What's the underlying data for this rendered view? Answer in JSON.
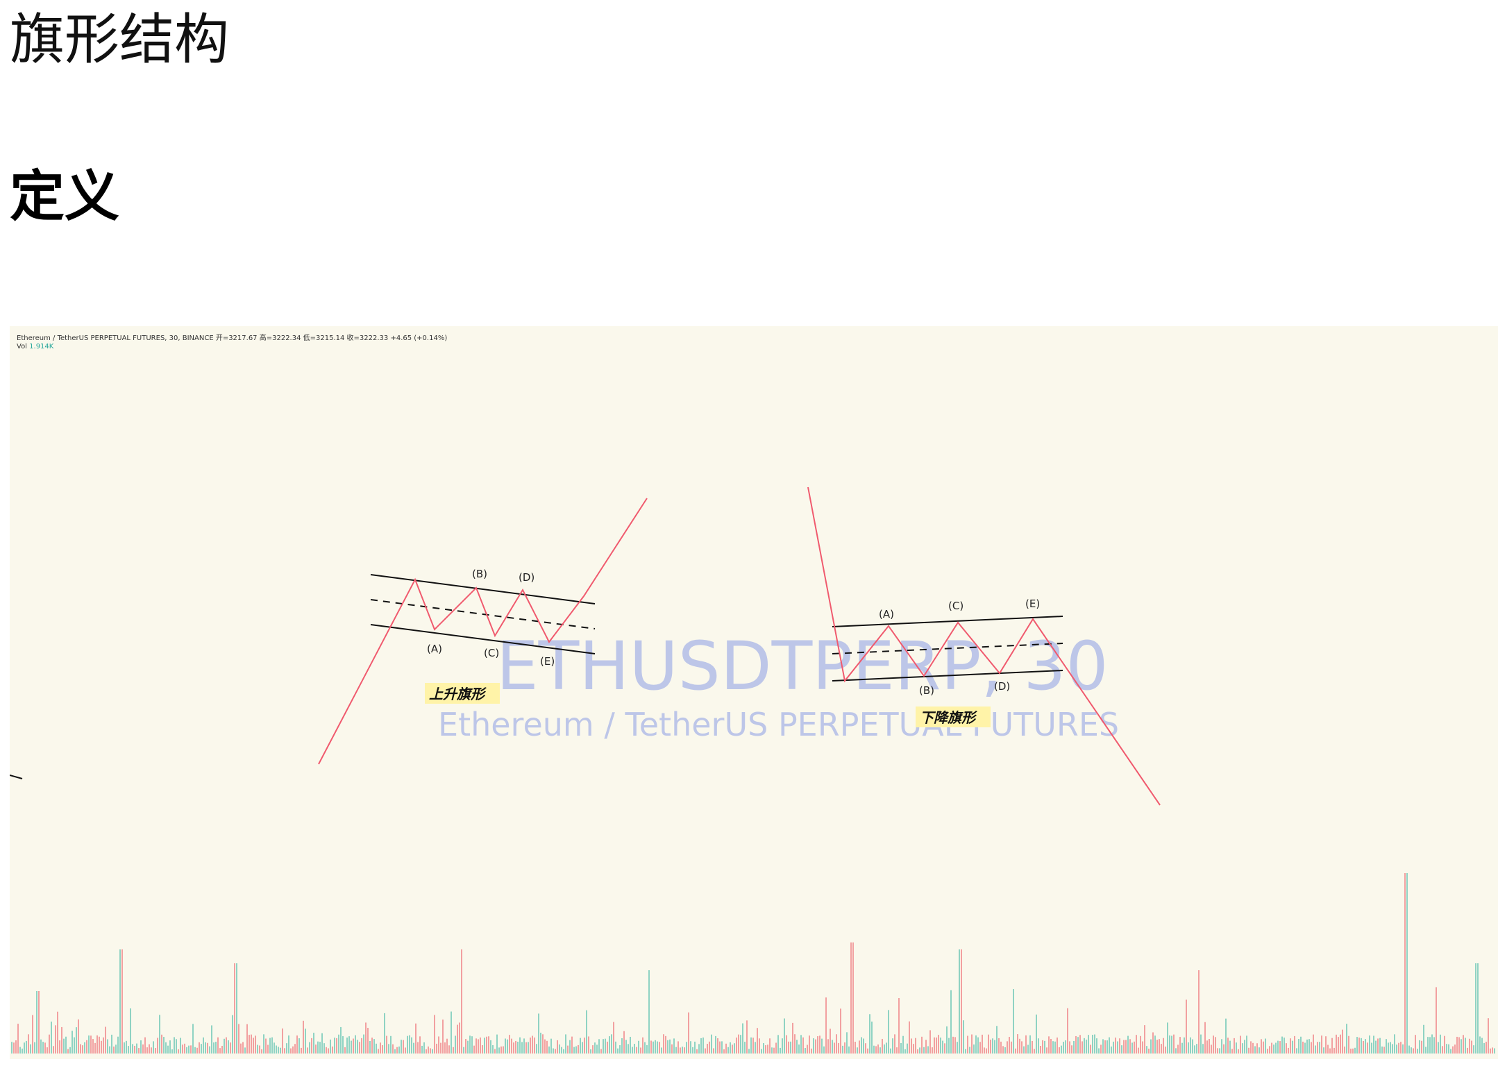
{
  "document": {
    "title": "旗形结构",
    "section_heading": "定义"
  },
  "chart": {
    "legend_line": "Ethereum / TetherUS PERPETUAL FUTURES, 30, BINANCE  开=3217.67  高=3222.34  低=3215.14  收=3222.33  +4.65 (+0.14%)",
    "volume_label": "Vol",
    "volume_value": "1.914K",
    "watermark_symbol": "ETHUSDTPERP, 30",
    "watermark_name": "Ethereum / TetherUS PERPETUAL FUTURES",
    "bull_flag": {
      "label": "上升旗形",
      "points": [
        "(A)",
        "(B)",
        "(C)",
        "(D)",
        "(E)"
      ]
    },
    "bear_flag": {
      "label": "下降旗形",
      "points": [
        "(A)",
        "(B)",
        "(C)",
        "(D)",
        "(E)"
      ]
    },
    "colors": {
      "background": "#faf8ec",
      "pattern_line": "#f05a6e",
      "channel_line": "#111111",
      "highlight": "#fff3a8",
      "watermark": "#3d5ce0",
      "volume_up": "#8fd3c3",
      "volume_down": "#f2a0a0"
    }
  }
}
